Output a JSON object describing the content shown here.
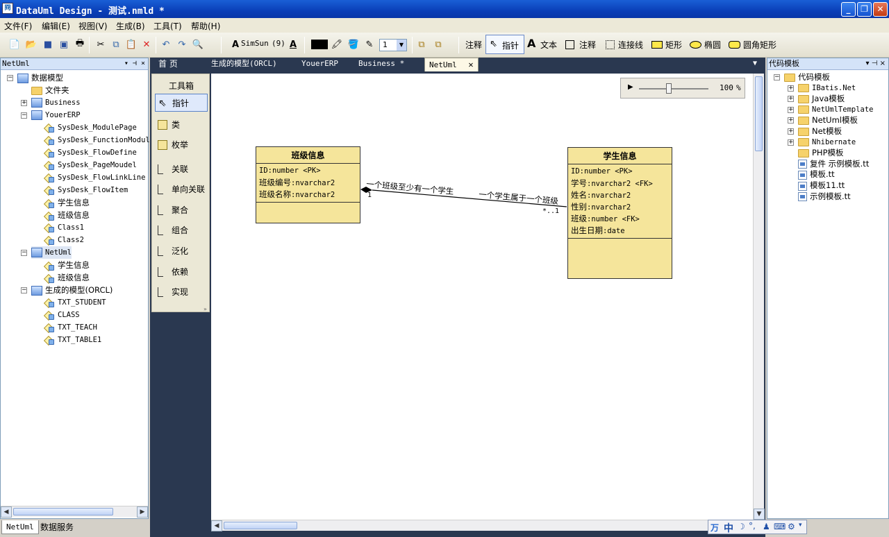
{
  "window": {
    "title": "DataUml Design - 测试.nmld *",
    "app_icon_text": "冏"
  },
  "menu": [
    "文件(F)",
    "编辑(E)",
    "视图(V)",
    "生成(B)",
    "工具(T)",
    "帮助(H)"
  ],
  "toolbar": {
    "font_name": "SimSun",
    "font_size": "(9)",
    "line_width": "1",
    "comment_label_1": "注释",
    "pointer_label": "指针",
    "text_label": "文本",
    "comment_label_2": "注释",
    "connector_label": "连接线",
    "rect_label": "矩形",
    "ellipse_label": "椭圆",
    "roundrect_label": "圆角矩形"
  },
  "left_panel": {
    "title": "NetUml",
    "tree": [
      {
        "label": "数据模型",
        "level": 0,
        "icon": "model-icon",
        "expander": "-"
      },
      {
        "label": "文件夹",
        "level": 1,
        "icon": "folder-icon",
        "expander": ""
      },
      {
        "label": "Business",
        "level": 1,
        "icon": "model-icon",
        "expander": "+"
      },
      {
        "label": "YouerERP",
        "level": 1,
        "icon": "model-icon",
        "expander": "-"
      },
      {
        "label": "SysDesk_ModulePage",
        "level": 2,
        "icon": "entity-icon",
        "expander": ""
      },
      {
        "label": "SysDesk_FunctionModule",
        "level": 2,
        "icon": "entity-icon",
        "expander": ""
      },
      {
        "label": "SysDesk_FlowDefine",
        "level": 2,
        "icon": "entity-icon",
        "expander": ""
      },
      {
        "label": "SysDesk_PageMoudel",
        "level": 2,
        "icon": "entity-icon",
        "expander": ""
      },
      {
        "label": "SysDesk_FlowLinkLine",
        "level": 2,
        "icon": "entity-icon",
        "expander": ""
      },
      {
        "label": "SysDesk_FlowItem",
        "level": 2,
        "icon": "entity-icon",
        "expander": ""
      },
      {
        "label": "学生信息",
        "level": 2,
        "icon": "entity-icon",
        "expander": ""
      },
      {
        "label": "班级信息",
        "level": 2,
        "icon": "entity-icon",
        "expander": ""
      },
      {
        "label": "Class1",
        "level": 2,
        "icon": "entity-icon",
        "expander": ""
      },
      {
        "label": "Class2",
        "level": 2,
        "icon": "entity-icon",
        "expander": ""
      },
      {
        "label": "NetUml",
        "level": 1,
        "icon": "model-icon",
        "expander": "-",
        "selected": true
      },
      {
        "label": "学生信息",
        "level": 2,
        "icon": "entity-icon",
        "expander": ""
      },
      {
        "label": "班级信息",
        "level": 2,
        "icon": "entity-icon",
        "expander": ""
      },
      {
        "label": "生成的模型(ORCL)",
        "level": 1,
        "icon": "model-icon",
        "expander": "-"
      },
      {
        "label": "TXT_STUDENT",
        "level": 2,
        "icon": "entity-icon",
        "expander": ""
      },
      {
        "label": "CLASS",
        "level": 2,
        "icon": "entity-icon",
        "expander": ""
      },
      {
        "label": "TXT_TEACH",
        "level": 2,
        "icon": "entity-icon",
        "expander": ""
      },
      {
        "label": "TXT_TABLE1",
        "level": 2,
        "icon": "entity-icon",
        "expander": ""
      }
    ],
    "bottom_tabs": [
      "NetUml",
      "数据服务"
    ]
  },
  "doc_tabs": [
    "首 页",
    "生成的模型(ORCL)",
    "YouerERP",
    "Business *",
    "NetUml"
  ],
  "toolbox": {
    "title": "工具箱",
    "items": [
      {
        "label": "指针",
        "icon": "pointer-icon",
        "selected": true
      },
      {
        "label": "类",
        "icon": "class-icon"
      },
      {
        "label": "枚举",
        "icon": "enum-icon"
      },
      {
        "label": "关联",
        "icon": "association-icon"
      },
      {
        "label": "单向关联",
        "icon": "directed-association-icon"
      },
      {
        "label": "聚合",
        "icon": "aggregation-icon"
      },
      {
        "label": "组合",
        "icon": "composition-icon"
      },
      {
        "label": "泛化",
        "icon": "generalization-icon"
      },
      {
        "label": "依赖",
        "icon": "dependency-icon"
      },
      {
        "label": "实现",
        "icon": "realization-icon"
      }
    ]
  },
  "zoom": {
    "value": "100",
    "unit": "%"
  },
  "entities": {
    "class_info": {
      "name": "班级信息",
      "attributes": [
        {
          "name": "ID",
          "type": ":number <PK>"
        },
        {
          "name": "班级编号",
          "type": ":nvarchar2"
        },
        {
          "name": "班级名称",
          "type": ":nvarchar2"
        }
      ]
    },
    "student_info": {
      "name": "学生信息",
      "attributes": [
        {
          "name": "ID",
          "type": ":number <PK>"
        },
        {
          "name": "学号",
          "type": ":nvarchar2 <FK>"
        },
        {
          "name": "姓名",
          "type": ":nvarchar2"
        },
        {
          "name": "性别",
          "type": ":nvarchar2"
        },
        {
          "name": "班级",
          "type": ":number <FK>"
        },
        {
          "name": "出生日期",
          "type": ":date"
        }
      ]
    }
  },
  "relation": {
    "label_start": "一个班级至少有一个学生",
    "label_end": "一个学生属于一个班级",
    "mult_start": "1",
    "mult_end": "*..1"
  },
  "right_panel": {
    "title": "代码模板",
    "tree": [
      {
        "label": "代码模板",
        "level": 0,
        "icon": "folder-icon",
        "expander": "-"
      },
      {
        "label": "IBatis.Net",
        "level": 1,
        "icon": "folder-icon",
        "expander": "+"
      },
      {
        "label": "Java模板",
        "level": 1,
        "icon": "folder-icon",
        "expander": "+"
      },
      {
        "label": "NetUmlTemplate",
        "level": 1,
        "icon": "folder-icon",
        "expander": "+"
      },
      {
        "label": "NetUml模板",
        "level": 1,
        "icon": "folder-icon",
        "expander": "+"
      },
      {
        "label": "Net模板",
        "level": 1,
        "icon": "folder-icon",
        "expander": "+"
      },
      {
        "label": "Nhibernate",
        "level": 1,
        "icon": "folder-icon",
        "expander": "+"
      },
      {
        "label": "PHP模板",
        "level": 1,
        "icon": "folder-icon",
        "expander": ""
      },
      {
        "label": "复件 示例模板.tt",
        "level": 1,
        "icon": "file-icon",
        "expander": ""
      },
      {
        "label": "模板.tt",
        "level": 1,
        "icon": "file-icon",
        "expander": ""
      },
      {
        "label": "模板11.tt",
        "level": 1,
        "icon": "file-icon",
        "expander": ""
      },
      {
        "label": "示例模板.tt",
        "level": 1,
        "icon": "file-icon",
        "expander": ""
      }
    ]
  },
  "ime": {
    "text": "中"
  },
  "colors": {
    "entity_fill": "#f5e59b",
    "titlebar": "#0a3fb8",
    "workspace": "#2a3850"
  }
}
